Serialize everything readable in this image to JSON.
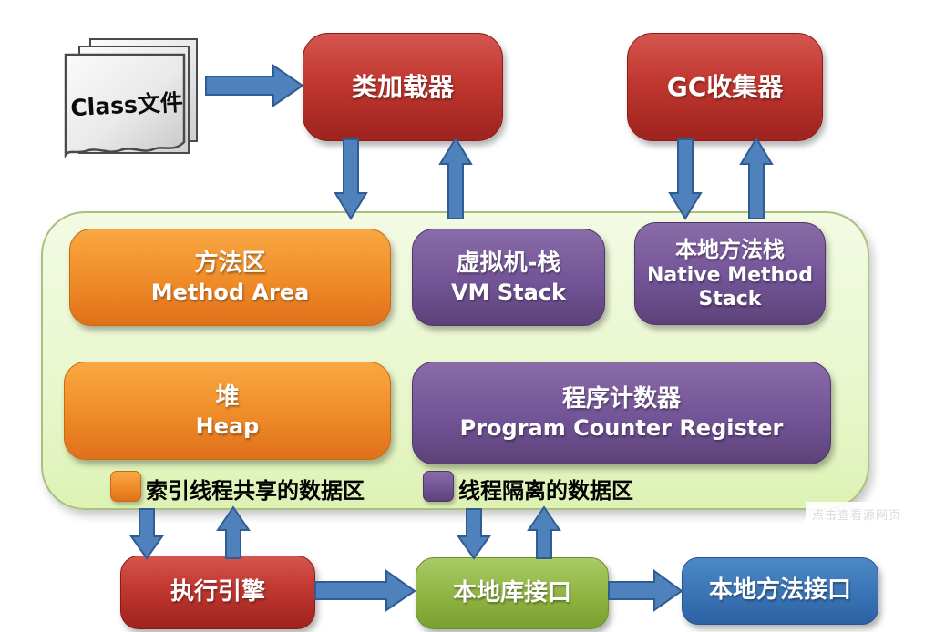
{
  "top": {
    "class_file": {
      "label": "Class文件"
    },
    "class_loader": {
      "label": "类加载器"
    },
    "gc_collector": {
      "label": "GC收集器"
    }
  },
  "runtime_data_area": {
    "method_area": {
      "zh": "方法区",
      "en": "Method Area"
    },
    "vm_stack": {
      "zh": "虚拟机-栈",
      "en": "VM Stack"
    },
    "native_method_stack": {
      "zh": "本地方法栈",
      "en": "Native Method Stack"
    },
    "heap": {
      "zh": "堆",
      "en": "Heap"
    },
    "program_counter_register": {
      "zh": "程序计数器",
      "en": "Program Counter Register"
    },
    "legend": {
      "shared": {
        "label": "索引线程共享的数据区",
        "swatch_color": "#ee8d28"
      },
      "isolated": {
        "label": "线程隔离的数据区",
        "swatch_color": "#725497"
      }
    }
  },
  "bottom": {
    "execution_engine": {
      "label": "执行引擎"
    },
    "native_library_interface": {
      "label": "本地库接口"
    },
    "native_method_interface": {
      "label": "本地方法接口"
    }
  },
  "watermark": {
    "label": "点击查看源网页"
  },
  "colors": {
    "red_box": "#b8322c",
    "orange_box": "#ee8d28",
    "purple_box": "#6f5194",
    "green_interface_box": "#8cb13e",
    "blue_interface_box": "#3a74b5",
    "runtime_container_bg": "#e9f7cd",
    "container_border": "#aabf80",
    "arrow_blue": "#4f81bd",
    "paper_gray": "#e9e9e9"
  }
}
